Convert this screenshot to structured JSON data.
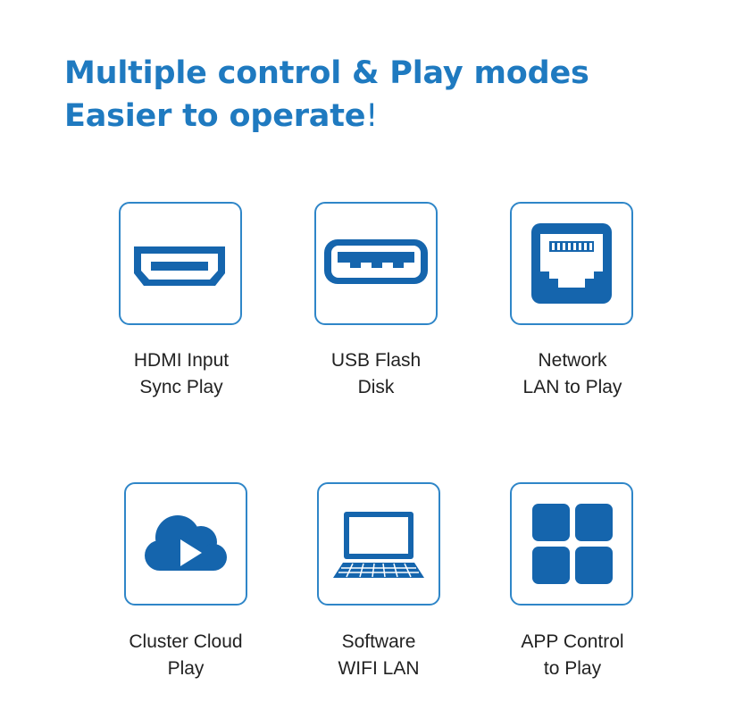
{
  "headline": {
    "line1": "Multiple control & Play modes",
    "line2": "Easier to operate",
    "line2_mark": "!"
  },
  "colors": {
    "accent": "#1f7ac0",
    "icon": "#1565ad",
    "border": "#2f86c8",
    "text": "#222222"
  },
  "modes": [
    {
      "icon": "hdmi-port-icon",
      "line1": "HDMI Input",
      "line2": "Sync Play"
    },
    {
      "icon": "usb-port-icon",
      "line1": "USB Flash",
      "line2": "Disk"
    },
    {
      "icon": "ethernet-port-icon",
      "line1": "Network",
      "line2": "LAN to Play"
    },
    {
      "icon": "cloud-play-icon",
      "line1": "Cluster Cloud",
      "line2": "Play"
    },
    {
      "icon": "laptop-icon",
      "line1": "Software",
      "line2": "WIFI LAN"
    },
    {
      "icon": "app-grid-icon",
      "line1": "APP Control",
      "line2": "to Play"
    }
  ]
}
